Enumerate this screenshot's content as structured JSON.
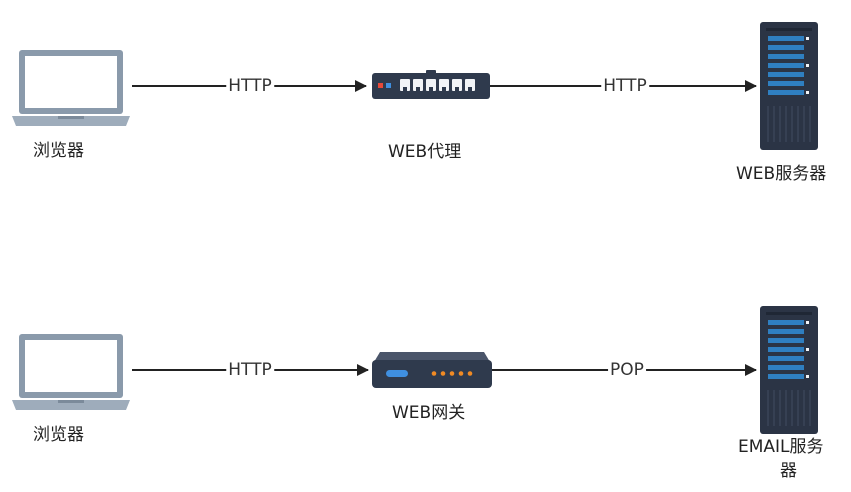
{
  "diagram": {
    "row1": {
      "client_label": "浏览器",
      "edge1_label": "HTTP",
      "middle_label": "WEB代理",
      "edge2_label": "HTTP",
      "server_label": "WEB服务器"
    },
    "row2": {
      "client_label": "浏览器",
      "edge1_label": "HTTP",
      "middle_label": "WEB网关",
      "edge2_label": "POP",
      "server_label_line1": "EMAIL服务",
      "server_label_line2": "器"
    },
    "colors": {
      "line": "#222222",
      "laptop_frame": "#8a9aab",
      "laptop_screen": "#ffffff",
      "device_body": "#2f3a4d",
      "device_port": "#f2f4f7",
      "device_led_red": "#e5493a",
      "device_led_orange": "#f08a24",
      "device_led_blue": "#3f8fe0",
      "server_body": "#2b3445",
      "server_slot": "#2f7fc1"
    },
    "icons": [
      "laptop-icon",
      "switch-icon",
      "gateway-router-icon",
      "server-icon"
    ]
  }
}
